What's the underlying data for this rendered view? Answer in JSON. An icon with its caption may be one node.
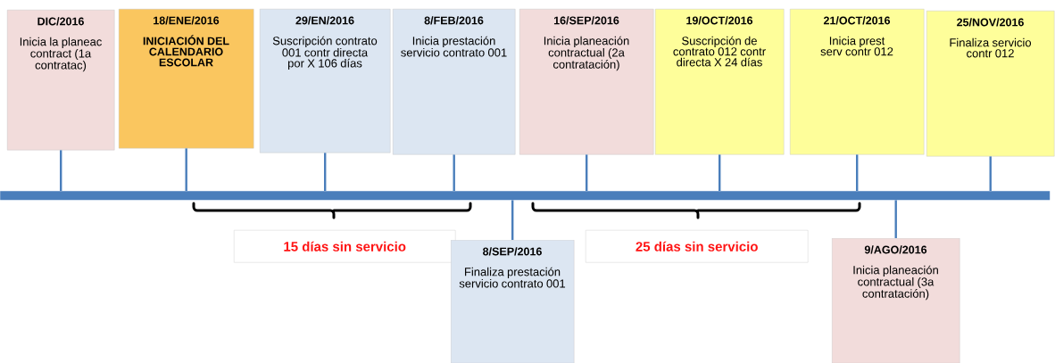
{
  "diagram": {
    "nodes": [
      {
        "text": [
          "DIC/2016",
          "Inicia la planeac contract (1a contratac)"
        ]
      },
      {
        "text": [
          "18/ENE/2016",
          "INICIACIÓN DEL CALENDARIO ESCOLAR"
        ]
      },
      {
        "text": [
          "29/EN/2016",
          "Suscripción contrato 001 contr directa por X 106 días"
        ]
      },
      {
        "text": [
          "8/FEB/2016",
          "Inicia prestación servicio contrato 001"
        ]
      },
      {
        "text": [
          "16/SEP/2016",
          "Inicia planeación contractual (2a contratación)"
        ]
      },
      {
        "text": [
          "19/OCT/2016",
          "Suscripción de contrato 012 contr directa X 24 días"
        ]
      },
      {
        "text": [
          "21/OCT/2016",
          "Inicia prest serv contr 012"
        ]
      },
      {
        "text": [
          "25/NOV/2016",
          "Finaliza servicio contr 012"
        ]
      },
      {
        "text": [],
        "shape": "bar"
      },
      {
        "text": [
          "15 días sin servicio"
        ]
      },
      {
        "text": [
          "8/SEP/2016",
          "Finaliza prestación servicio contrato 001"
        ]
      },
      {
        "text": [
          "25 días sin servicio"
        ]
      },
      {
        "text": [
          "9/AGO/2016",
          "Inicia planeación contractual (3a contratación)"
        ]
      }
    ],
    "edges": [
      {
        "from": 0,
        "to": 8,
        "arrow": "none"
      },
      {
        "from": 1,
        "to": 8,
        "arrow": "none"
      },
      {
        "from": 2,
        "to": 8,
        "arrow": "none"
      },
      {
        "from": 3,
        "to": 8,
        "arrow": "none"
      },
      {
        "from": 4,
        "to": 8,
        "arrow": "none"
      },
      {
        "from": 5,
        "to": 8,
        "arrow": "none"
      },
      {
        "from": 6,
        "to": 8,
        "arrow": "none"
      },
      {
        "from": 7,
        "to": 8,
        "arrow": "none"
      },
      {
        "from": 10,
        "to": 8,
        "arrow": "none"
      },
      {
        "from": 12,
        "to": 8,
        "arrow": "none"
      }
    ]
  }
}
